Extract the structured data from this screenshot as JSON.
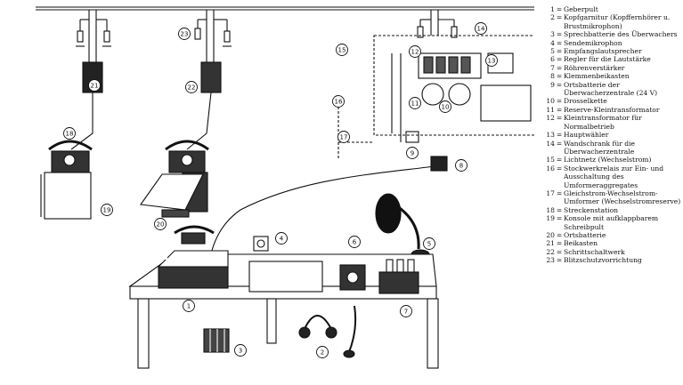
{
  "legend": [
    {
      "num": "1",
      "text": "Geberpult"
    },
    {
      "num": "2",
      "text": "Kopfgarnitur (Kopffernhörer u. Brustmikrophon)"
    },
    {
      "num": "3",
      "text": "Sprechbatterie des Überwachers"
    },
    {
      "num": "4",
      "text": "Sendemikrophon"
    },
    {
      "num": "5",
      "text": "Empfangslautsprecher"
    },
    {
      "num": "6",
      "text": "Regler für die Lautstärke"
    },
    {
      "num": "7",
      "text": "Röhrenverstärker"
    },
    {
      "num": "8",
      "text": "Klemmenbeikasten"
    },
    {
      "num": "9",
      "text": "Ortsbatterie der Überwacherzentrale (24 V)"
    },
    {
      "num": "10",
      "text": "Drosselkette"
    },
    {
      "num": "11",
      "text": "Reserve-Kleintransformator"
    },
    {
      "num": "12",
      "text": "Kleintransformator für Normalbetrieb"
    },
    {
      "num": "13",
      "text": "Hauptwähler"
    },
    {
      "num": "14",
      "text": "Wandschrank für die Überwacherzentrale"
    },
    {
      "num": "15",
      "text": "Lichtnetz (Wechselstrom)"
    },
    {
      "num": "16",
      "text": "Stockwerkrelais zur Ein- und Ausschaltung des Umformeraggregates"
    },
    {
      "num": "17",
      "text": "Gleichstrom-Wechselstrom-Umformer (Wechselstromreserve)"
    },
    {
      "num": "18",
      "text": "Streckenstation"
    },
    {
      "num": "19",
      "text": "Konsole mit aufklappbarem Schreibpult"
    },
    {
      "num": "20",
      "text": "Ortsbatterie"
    },
    {
      "num": "21",
      "text": "Beikasten"
    },
    {
      "num": "22",
      "text": "Schrittschaltwerk"
    },
    {
      "num": "23",
      "text": "Blitzschutzvorrichtung"
    }
  ],
  "callouts": [
    "1",
    "2",
    "3",
    "4",
    "5",
    "6",
    "7",
    "8",
    "9",
    "10",
    "11",
    "12",
    "13",
    "14",
    "15",
    "16",
    "17",
    "18",
    "19",
    "20",
    "21",
    "22",
    "23"
  ],
  "eq_sign": "="
}
